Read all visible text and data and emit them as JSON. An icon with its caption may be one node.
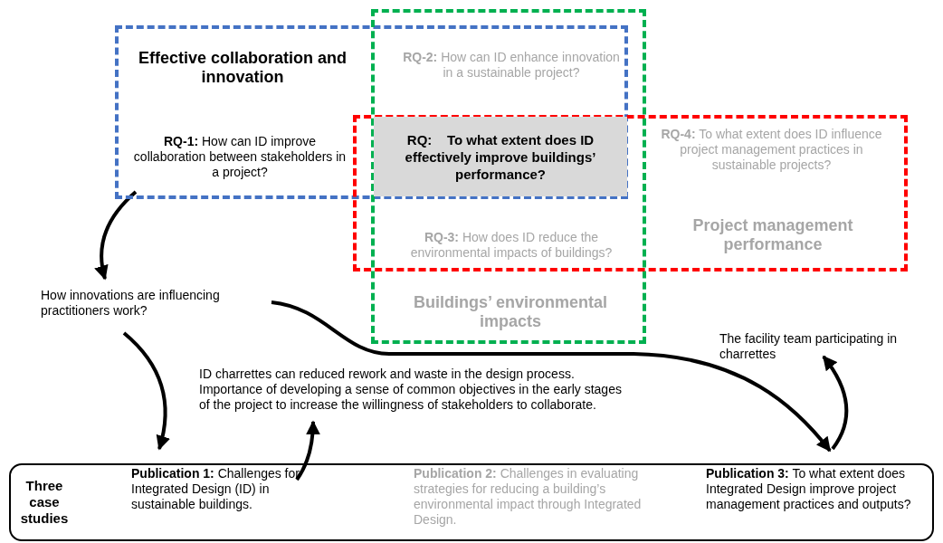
{
  "diagram": {
    "nodes": [
      {
        "text": [
          "Effective collaboration and innovation"
        ]
      },
      {
        "text": [
          "**RQ-1:** How can ID improve collaboration between stakeholders in a project?"
        ],
        "in": 0
      },
      {
        "text": [
          "Buildings’ environmental impacts"
        ]
      },
      {
        "text": [
          "Project management performance"
        ]
      },
      {
        "text": [
          "RQ:    To what extent does ID effectively improve buildings’ performance?"
        ]
      },
      {
        "text": [
          "How innovations are influencing practitioners work?"
        ]
      },
      {
        "text": [
          "ID charrettes can reduced rework and waste in the design process. Importance of developing a sense of common objectives in the early stages of the project to increase the willingness of stakeholders to collaborate."
        ]
      },
      {
        "text": [
          "The facility team participating in charrettes"
        ]
      },
      {
        "text": [
          "Three case studies"
        ]
      },
      {
        "text": [
          "**Publication 1:** Challenges for Integrated Design (ID) in sustainable buildings."
        ],
        "in": 8
      },
      {
        "text": [
          "**Publication 2:** Challenges in evaluating strategies for reducing a building’s environmental impact through Integrated Design."
        ],
        "in": 8
      },
      {
        "text": [
          "**Publication 3:** To what extent does Integrated Design improve project management practices and outputs?"
        ],
        "in": 8
      }
    ],
    "edges": [
      {
        "from": 1,
        "to": 5,
        "arrow": "to"
      },
      {
        "from": 5,
        "to": 9,
        "arrow": "to"
      },
      {
        "from": 9,
        "to": 6,
        "arrow": "to"
      },
      {
        "from": 5,
        "to": 11,
        "arrow": "to"
      },
      {
        "from": 11,
        "to": 7,
        "arrow": "to"
      }
    ],
    "labels": [
      "**RQ-2:** How can ID enhance innovation in a sustainable project?",
      "**RQ-4:** To what extent does ID influence project management practices in sustainable projects?",
      "**RQ-3:** How does ID reduce the environmental impacts of buildings?"
    ]
  }
}
